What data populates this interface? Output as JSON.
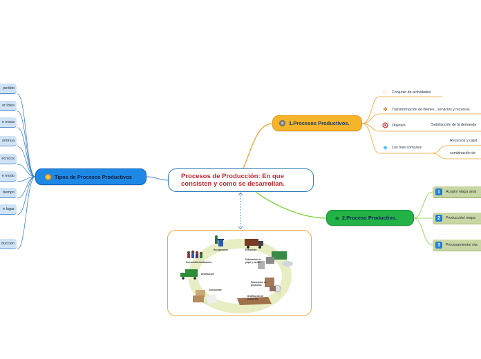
{
  "central": {
    "title": "Procesos de Producción: En que consisten y como se desarrollan."
  },
  "tipos": {
    "label": "Tipos de Procesos Productivos",
    "children": [
      "pedido",
      "or lotes",
      "n masa",
      "ontinua",
      "écnicos",
      "e modo",
      "tiempo",
      "e lugar",
      "ducción"
    ]
  },
  "proc1": {
    "label": "1.Procesos Productivos.",
    "children": [
      {
        "label": "Conjunto de actividades",
        "icon": "handshake-icon"
      },
      {
        "label": "Transformación de Bienes , servicios y recursos",
        "icon": "butterfly-icon"
      },
      {
        "label": "Objetivo",
        "icon": "target-icon",
        "child": "Satisfacción de la demanda"
      },
      {
        "label": "Los mas comunes",
        "icon": "diamond-icon",
        "children": [
          "Recursos y capit",
          "combinación de"
        ]
      }
    ]
  },
  "proc2": {
    "label": "2.Proceso Productivo.",
    "children": [
      {
        "num": "1",
        "label": "Acopio/ etapa anal"
      },
      {
        "num": "2",
        "label": "Producción/ etapa"
      },
      {
        "num": "3",
        "label": "Procesamiento/ eta"
      }
    ]
  },
  "cycle_image": {
    "labels": [
      "Recuperación",
      "Extracción",
      "Fabricación de papel y cartón",
      "Fabricación de productos",
      "Distribución de productos",
      "Consumidor",
      "Distribución",
      "Consumidor/ciudadanos"
    ]
  },
  "colors": {
    "tipos": "#1e88e5",
    "proc1": "#f6b42a",
    "proc2": "#22b246",
    "central_text": "#c0282f",
    "central_border": "#2e7fb8"
  }
}
